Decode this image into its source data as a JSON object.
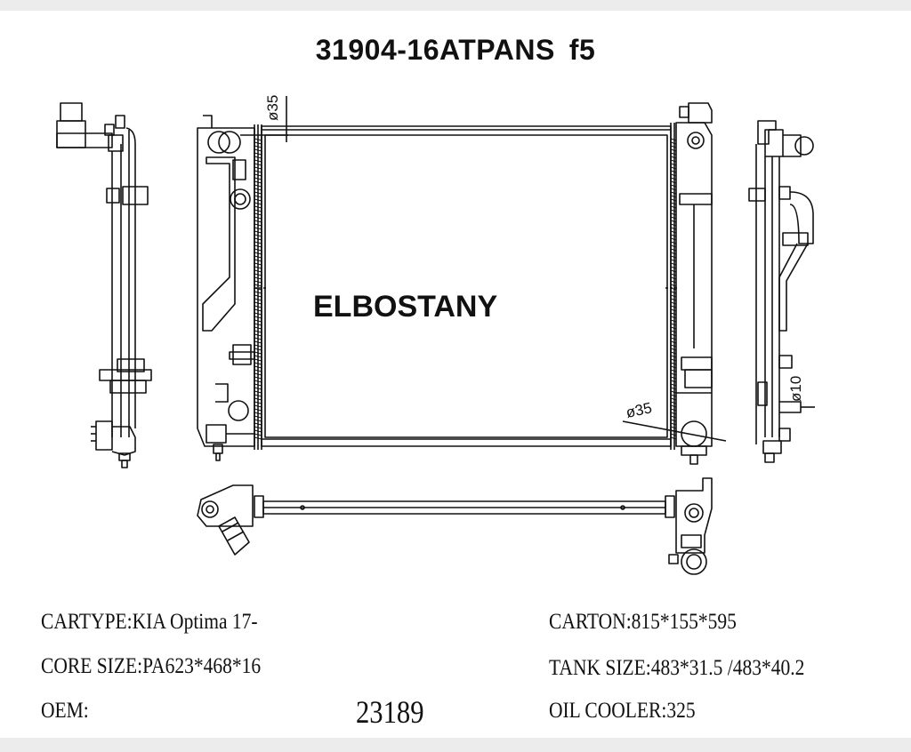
{
  "header": {
    "part_code": "31904-16ATPANS",
    "suffix": "f5"
  },
  "brand": "ELBOSTANY",
  "dimensions": {
    "inlet": "ø35",
    "outlet": "ø35",
    "oil_fitting": "ø10"
  },
  "specs": {
    "cartype": "CARTYPE:KIA Optima 17-",
    "core_size": "CORE SIZE:PA623*468*16",
    "oem_label": "OEM:",
    "oem_number": "23189",
    "carton": "CARTON:815*155*595",
    "tank_size": "TANK SIZE:483*31.5 /483*40.2",
    "oil_cooler": "OIL COOLER:325"
  }
}
